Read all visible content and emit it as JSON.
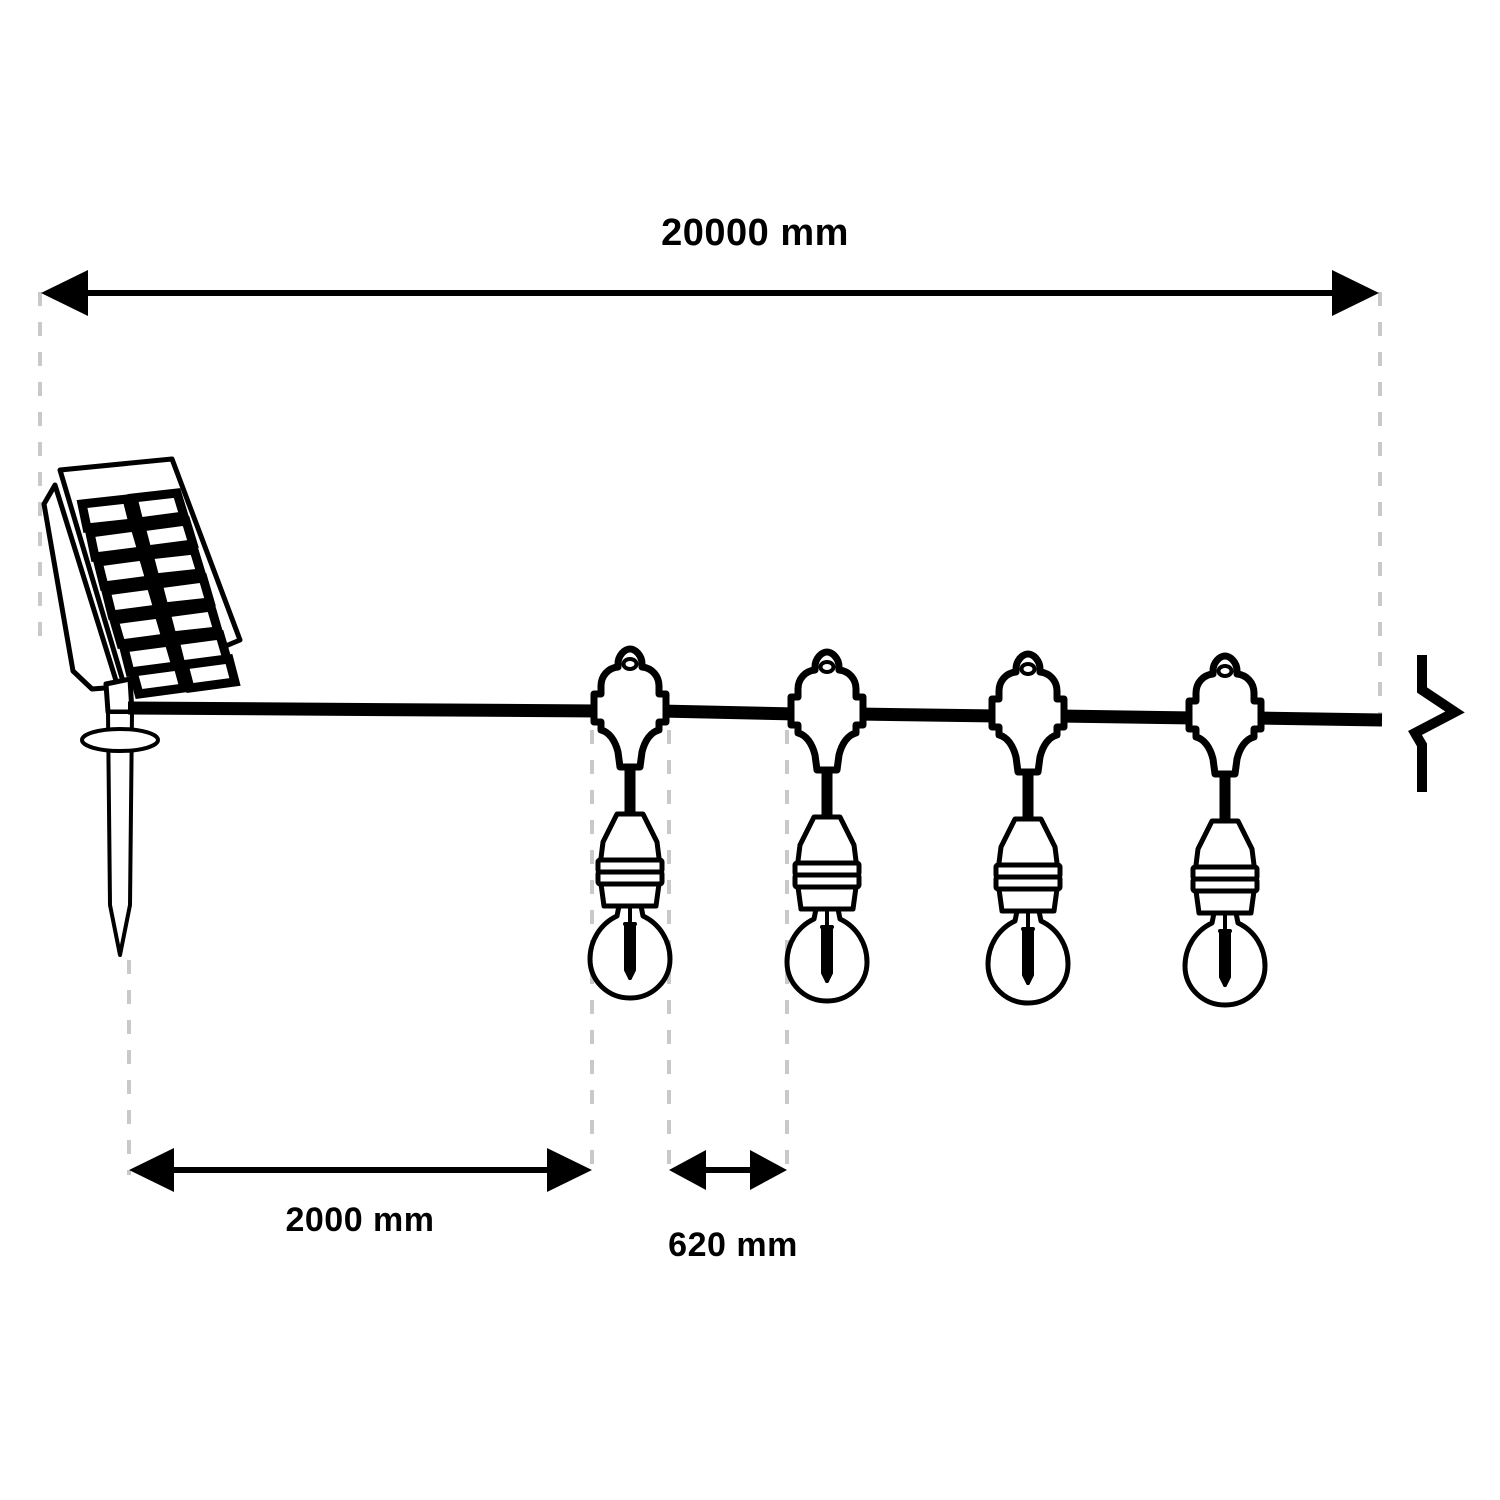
{
  "diagram": {
    "title": "solar-string-light-dimension-drawing",
    "type": "technical-dimension-drawing",
    "units": "mm",
    "line_color": "#000000",
    "extension_line_color": "#c9c9c9",
    "background_color": "#ffffff"
  },
  "dimensions": {
    "total_length": {
      "label": "20000 mm",
      "value": 20000,
      "units": "mm",
      "position": "top",
      "arrow_style": "double-ended"
    },
    "lead_length": {
      "label": "2000 mm",
      "value": 2000,
      "units": "mm",
      "position": "bottom-left",
      "arrow_style": "double-ended"
    },
    "bulb_spacing": {
      "label": "620 mm",
      "value": 620,
      "units": "mm",
      "position": "bottom-center",
      "arrow_style": "double-ended"
    }
  },
  "components": {
    "solar_panel": {
      "name": "solar-panel",
      "cell_rows": 7,
      "cell_columns": 2,
      "tilted": true
    },
    "ground_stake": {
      "name": "ground-stake",
      "has_collar": true,
      "pointed_tip": true
    },
    "cable": {
      "name": "main-cable"
    },
    "bulbs": [
      {
        "index": 1,
        "name": "bulb-assembly-1",
        "bulb_type": "S14"
      },
      {
        "index": 2,
        "name": "bulb-assembly-2",
        "bulb_type": "S14"
      },
      {
        "index": 3,
        "name": "bulb-assembly-3",
        "bulb_type": "S14"
      },
      {
        "index": 4,
        "name": "bulb-assembly-4",
        "bulb_type": "S14"
      }
    ],
    "break_symbol": {
      "name": "continuation-break-symbol",
      "meaning": "pattern continues"
    }
  }
}
